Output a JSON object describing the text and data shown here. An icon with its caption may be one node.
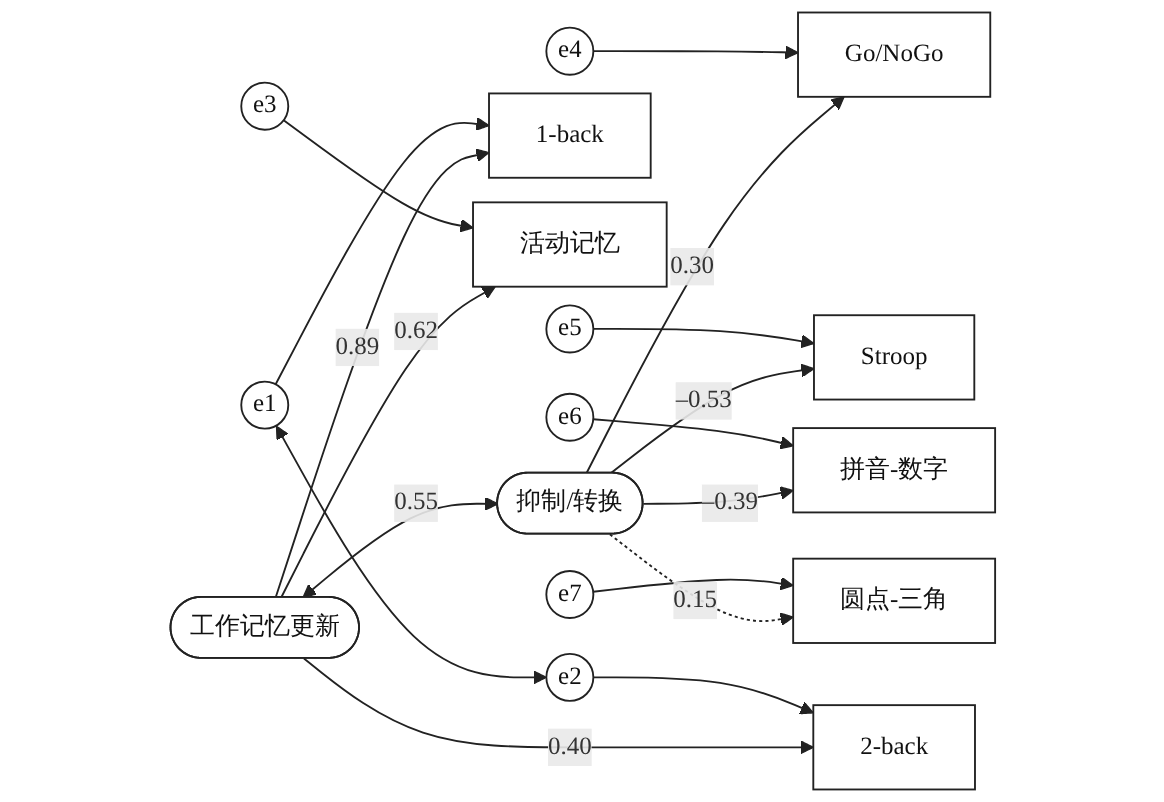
{
  "diagram": {
    "nodes": [
      {
        "text": [
          "工作记忆更新"
        ]
      },
      {
        "text": [
          "抑制/转换"
        ]
      },
      {
        "text": [
          "1-back"
        ]
      },
      {
        "text": [
          "2-back"
        ]
      },
      {
        "text": [
          "活动记忆"
        ]
      },
      {
        "text": [
          "Go/NoGo"
        ]
      },
      {
        "text": [
          "Stroop"
        ]
      },
      {
        "text": [
          "拼音-数字"
        ]
      },
      {
        "text": [
          "圆点-三角"
        ]
      },
      {
        "text": [
          "e1"
        ]
      },
      {
        "text": [
          "e2"
        ]
      },
      {
        "text": [
          "e3"
        ]
      },
      {
        "text": [
          "e4"
        ]
      },
      {
        "text": [
          "e5"
        ]
      },
      {
        "text": [
          "e6"
        ]
      },
      {
        "text": [
          "e7"
        ]
      }
    ],
    "edges": [
      {
        "from": 0,
        "to": 1,
        "arrow": "both",
        "label": "0.55"
      },
      {
        "from": 0,
        "to": 2,
        "arrow": "to",
        "label": "0.89"
      },
      {
        "from": 0,
        "to": 3,
        "arrow": "to",
        "label": "0.40"
      },
      {
        "from": 0,
        "to": 4,
        "arrow": "to",
        "label": "0.62"
      },
      {
        "from": 1,
        "to": 5,
        "arrow": "to",
        "label": "0.30"
      },
      {
        "from": 1,
        "to": 6,
        "arrow": "to",
        "label": "–0.53"
      },
      {
        "from": 1,
        "to": 7,
        "arrow": "to",
        "label": "–0.39"
      },
      {
        "from": 1,
        "to": 8,
        "arrow": "to",
        "label": "0.15",
        "style": "dashed"
      },
      {
        "from": 9,
        "to": 2,
        "arrow": "to"
      },
      {
        "from": 10,
        "to": 3,
        "arrow": "to"
      },
      {
        "from": 11,
        "to": 4,
        "arrow": "to"
      },
      {
        "from": 12,
        "to": 5,
        "arrow": "to"
      },
      {
        "from": 13,
        "to": 6,
        "arrow": "to"
      },
      {
        "from": 14,
        "to": 7,
        "arrow": "to"
      },
      {
        "from": 15,
        "to": 8,
        "arrow": "to"
      },
      {
        "from": 9,
        "to": 10,
        "arrow": "both"
      }
    ]
  }
}
